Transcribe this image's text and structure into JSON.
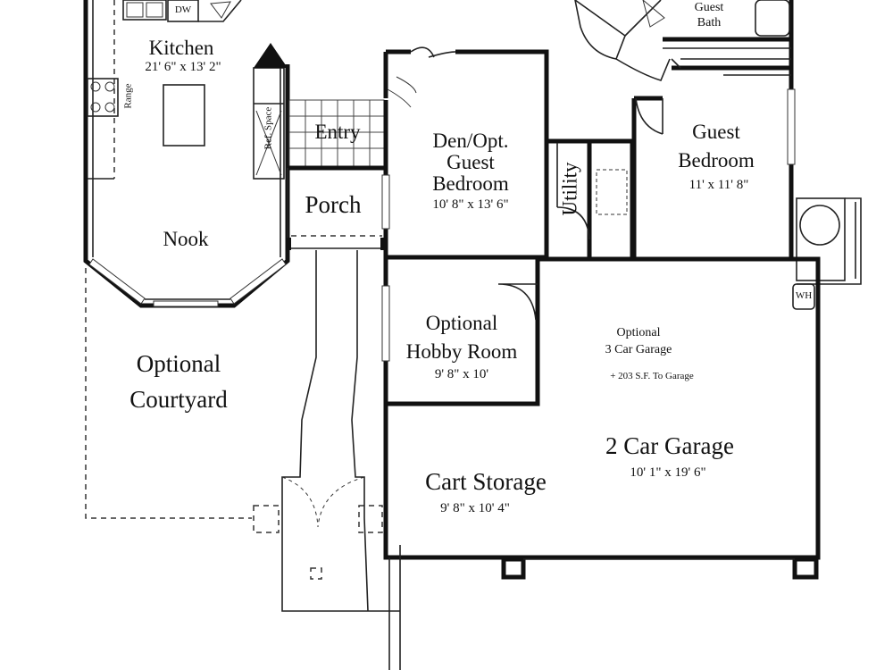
{
  "rooms": {
    "kitchen": {
      "name": "Kitchen",
      "dims": "21' 6\" x 13' 2\""
    },
    "nook": {
      "name": "Nook"
    },
    "entry": {
      "name": "Entry"
    },
    "porch": {
      "name": "Porch"
    },
    "den": {
      "line1": "Den/Opt.",
      "line2": "Guest",
      "line3": "Bedroom",
      "dims": "10' 8\" x 13' 6\""
    },
    "guest_bedroom": {
      "line1": "Guest",
      "line2": "Bedroom",
      "dims": "11' x 11' 8\""
    },
    "guest_bath": {
      "line1": "Guest",
      "line2": "Bath"
    },
    "utility": {
      "name": "Utility"
    },
    "hobby": {
      "line1": "Optional",
      "line2": "Hobby Room",
      "dims": "9' 8\" x 10'"
    },
    "courtyard": {
      "line1": "Optional",
      "line2": "Courtyard"
    },
    "opt_garage": {
      "line1": "Optional",
      "line2": "3 Car Garage",
      "note": "+ 203  S.F. To Garage"
    },
    "garage": {
      "name": "2 Car Garage",
      "dims": "10' 1\" x 19' 6\""
    },
    "cart": {
      "name": "Cart Storage",
      "dims": "9' 8\" x 10' 4\""
    }
  },
  "fixtures": {
    "dishwasher": "DW",
    "range": "Range",
    "fridge": "Ref. Space",
    "water_heater": "WH"
  }
}
